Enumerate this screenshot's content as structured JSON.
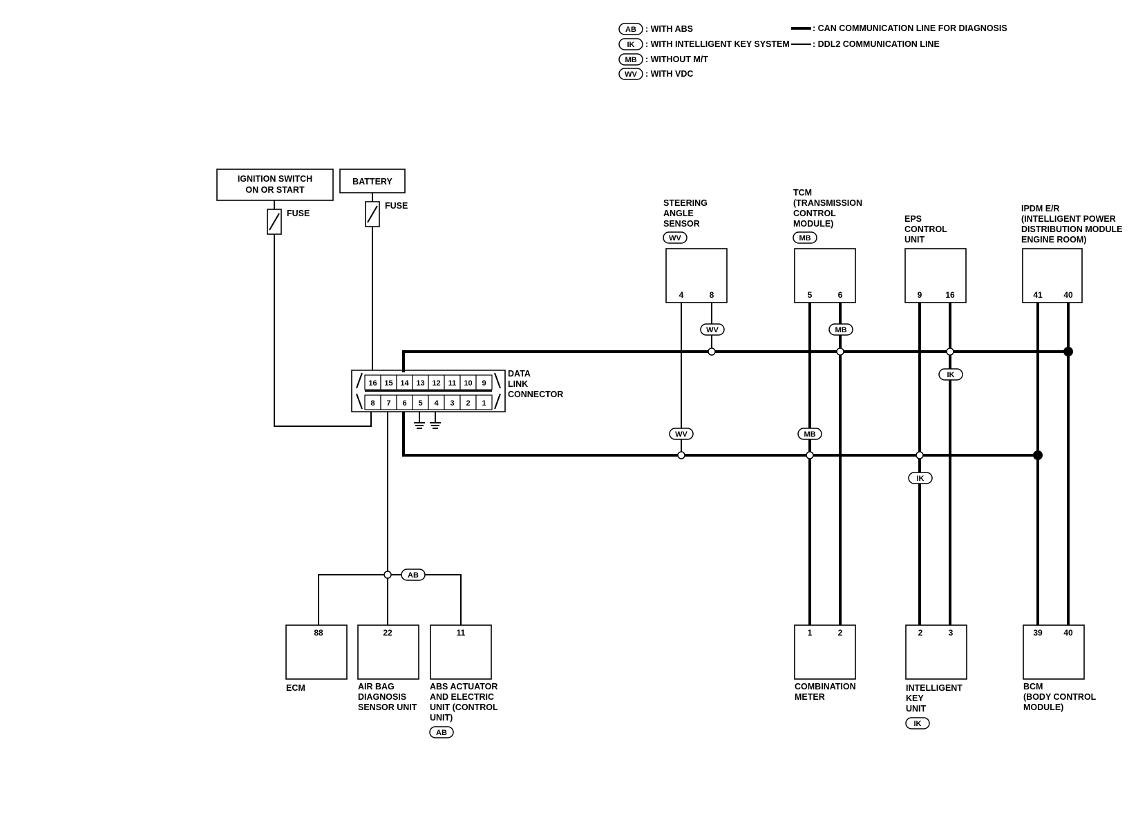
{
  "legend": {
    "abbrevs": [
      {
        "code": "AB",
        "text": ": WITH ABS"
      },
      {
        "code": "IK",
        "text": ": WITH INTELLIGENT KEY SYSTEM"
      },
      {
        "code": "MB",
        "text": ": WITHOUT M/T"
      },
      {
        "code": "WV",
        "text": ": WITH VDC"
      }
    ],
    "can_line": ": CAN COMMUNICATION LINE FOR DIAGNOSIS",
    "ddl2_line": ": DDL2 COMMUNICATION LINE"
  },
  "power": {
    "ignition_l1": "IGNITION SWITCH",
    "ignition_l2": "ON OR START",
    "battery": "BATTERY",
    "fuse": "FUSE"
  },
  "dlc": {
    "l1": "DATA",
    "l2": "LINK",
    "l3": "CONNECTOR",
    "top_pins": [
      "16",
      "15",
      "14",
      "13",
      "12",
      "11",
      "10",
      "9"
    ],
    "bottom_pins": [
      "8",
      "7",
      "6",
      "5",
      "4",
      "3",
      "2",
      "1"
    ]
  },
  "modules": {
    "steering": {
      "l1": "STEERING",
      "l2": "ANGLE",
      "l3": "SENSOR",
      "tag": "WV",
      "pins": [
        "4",
        "8"
      ]
    },
    "tcm": {
      "l1": "TCM",
      "l2": "(TRANSMISSION",
      "l3": "CONTROL",
      "l4": "MODULE)",
      "tag": "MB",
      "pins": [
        "5",
        "6"
      ]
    },
    "eps": {
      "l1": "EPS",
      "l2": "CONTROL",
      "l3": "UNIT",
      "pins": [
        "9",
        "16"
      ]
    },
    "ipdm": {
      "l1": "IPDM E/R",
      "l2": "(INTELLIGENT POWER",
      "l3": "DISTRIBUTION MODULE",
      "l4": "ENGINE ROOM)",
      "pins": [
        "41",
        "40"
      ]
    },
    "ecm": {
      "l1": "ECM",
      "pin": "88"
    },
    "airbag": {
      "l1": "AIR BAG",
      "l2": "DIAGNOSIS",
      "l3": "SENSOR UNIT",
      "pin": "22"
    },
    "abs": {
      "l1": "ABS ACTUATOR",
      "l2": "AND ELECTRIC",
      "l3": "UNIT (CONTROL",
      "l4": "UNIT)",
      "tag": "AB",
      "pin": "11"
    },
    "combo": {
      "l1": "COMBINATION",
      "l2": "METER",
      "pins": [
        "1",
        "2"
      ]
    },
    "ikey": {
      "l1": "INTELLIGENT",
      "l2": "KEY",
      "l3": "UNIT",
      "tag": "IK",
      "pins": [
        "2",
        "3"
      ]
    },
    "bcm": {
      "l1": "BCM",
      "l2": "(BODY CONTROL",
      "l3": "MODULE)",
      "pins": [
        "39",
        "40"
      ]
    }
  },
  "wire_tags": {
    "wv_steer": "WV",
    "mb_tcm": "MB",
    "ik_eps": "IK",
    "wv_low": "WV",
    "mb_low": "MB",
    "ik_low": "IK",
    "ab_branch": "AB"
  }
}
